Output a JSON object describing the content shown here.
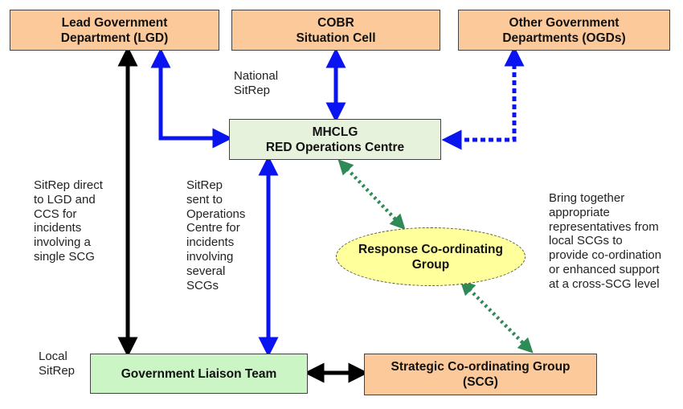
{
  "boxes": {
    "lgd": [
      "Lead Government",
      "Department (LGD)"
    ],
    "cobr": [
      "COBR",
      "Situation Cell"
    ],
    "ogd": [
      "Other Government",
      "Departments (OGDs)"
    ],
    "mhclg": [
      "MHCLG",
      "RED Operations Centre"
    ],
    "rcg": [
      "Response Co-ordinating",
      "Group"
    ],
    "glt": [
      "Government Liaison Team"
    ],
    "scg": [
      "Strategic Co-ordinating Group",
      "(SCG)"
    ]
  },
  "notes": {
    "national": [
      "National",
      "SitRep"
    ],
    "direct": [
      "SitRep direct",
      "to LGD and",
      "CCS for",
      "incidents",
      "involving a",
      "single SCG"
    ],
    "sent": [
      "SitRep",
      "sent to",
      "Operations",
      "Centre for",
      "incidents",
      "involving",
      "several",
      "SCGs"
    ],
    "bring": [
      "Bring together",
      "appropriate",
      "representatives from",
      "local SCGs to",
      "provide co-ordination",
      "or enhanced support",
      "at a cross-SCG level"
    ],
    "local": [
      "Local",
      "SitRep"
    ]
  },
  "colors": {
    "box_orange": "#fbc99a",
    "box_green": "#e6f2dc",
    "box_mint": "#ccf5c6",
    "ellipse_yellow": "#ffff9c",
    "arrow_blue": "#0a14f0",
    "arrow_black": "#000000",
    "arrow_green_dotted": "#2e8b57"
  }
}
